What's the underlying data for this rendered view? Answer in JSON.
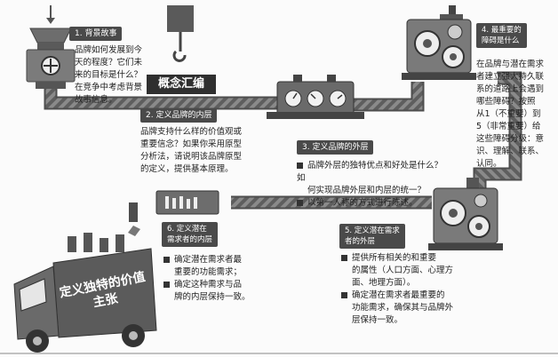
{
  "concept_label": "概念汇编",
  "truck_title": "定义独特的价值主张",
  "steps": [
    {
      "title": "1. 背景故事",
      "lines": [
        "品牌如何发展到今",
        "天的程度？它们未",
        "来的目标是什么？",
        "在竞争中考虑背景",
        "故事信息。"
      ]
    },
    {
      "title": "2. 定义品牌的内层",
      "lines": [
        "品牌支持什么样的价值观或",
        "重要信念？如果你采用原型",
        "分析法，请说明该品牌原型",
        "的定义，提供基本原理。"
      ]
    },
    {
      "title": "3. 定义品牌的外层",
      "bullets": [
        "品牌外层的独特优点和好处是什么？如",
        "何实现品牌外层和内层的统一？",
        "以第一人称的方式进行陈述。"
      ]
    },
    {
      "title_lines": [
        "4. 最重要的",
        "障碍是什么"
      ],
      "lines": [
        "在品牌与潜在需求",
        "者建立强大持久联",
        "系的道路上会遇到",
        "哪些障碍？按照",
        "从1（不重要）到",
        "5（非常重要）给",
        "这些障碍分级：意",
        "识、理解、联系、",
        "认同。"
      ]
    },
    {
      "title_lines": [
        "5. 定义潜在需求",
        "者的外层"
      ],
      "bullets": [
        "提供所有相关的和重要",
        "的属性（人口方面、心理方",
        "面、地理方面）。",
        "确定潜在需求者最重要的",
        "功能需求，确保其与品牌外",
        "层保持一致。"
      ]
    },
    {
      "title_lines": [
        "6. 定义潜在",
        "需求者的内层"
      ],
      "bullets": [
        "确定潜在需求者最",
        "重要的功能需求；",
        "确定这种需求与品",
        "牌的内层保持一致。"
      ]
    }
  ]
}
